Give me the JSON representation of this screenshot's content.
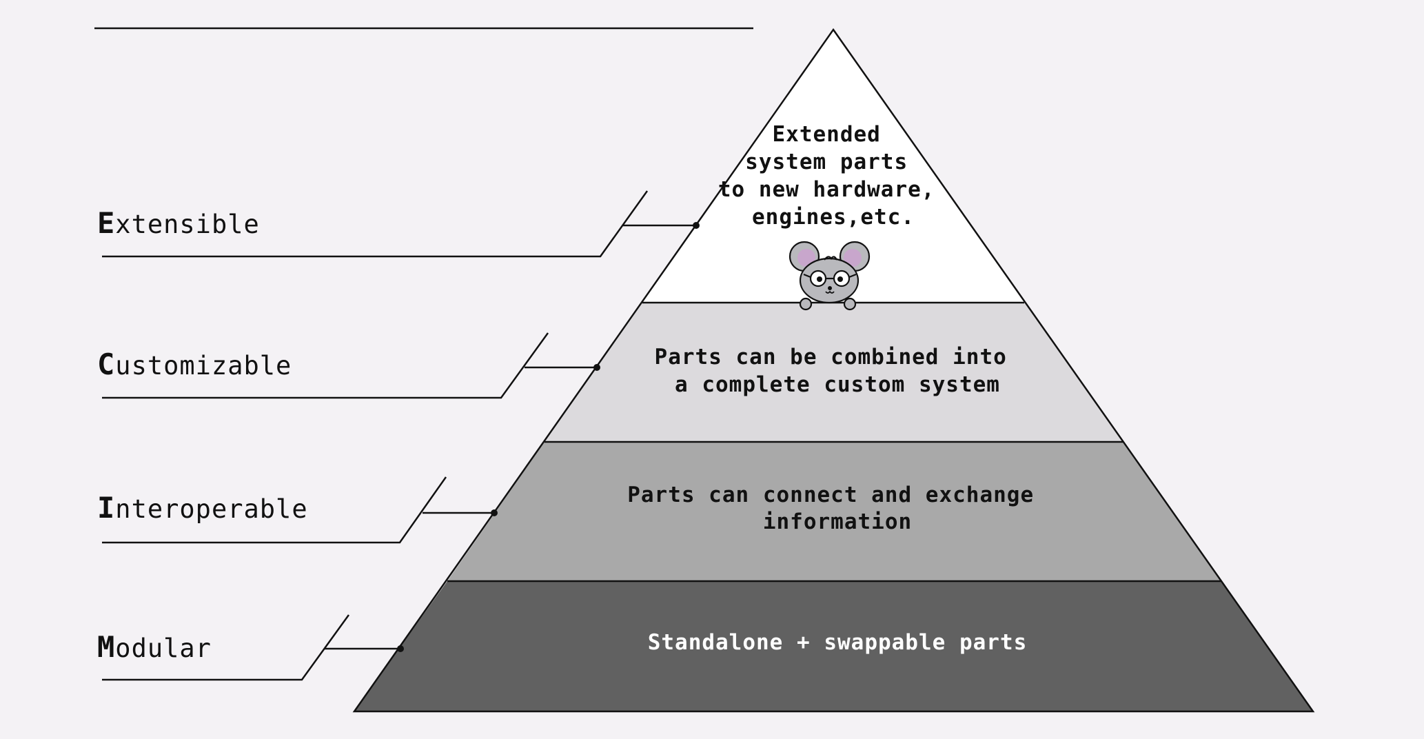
{
  "colors": {
    "background": "#f4f2f5",
    "stroke": "#111111",
    "tier_top": "#ffffff",
    "tier_2": "#dcdadd",
    "tier_3": "#a9a9a9",
    "tier_bottom": "#616161",
    "text_dark": "#111111",
    "text_light": "#ffffff",
    "mouse_body": "#b9b9bd",
    "mouse_ear_inner": "#c8a6cc"
  },
  "levels": [
    {
      "initial": "E",
      "rest": "xtensible",
      "description": [
        "Extended",
        "system parts",
        "to new hardware,",
        "engines,etc."
      ]
    },
    {
      "initial": "C",
      "rest": "ustomizable",
      "description": [
        "Parts can be combined into",
        "a complete custom system"
      ]
    },
    {
      "initial": "I",
      "rest": "nteroperable",
      "description": [
        "Parts can connect and exchange",
        "information"
      ]
    },
    {
      "initial": "M",
      "rest": "odular",
      "description": [
        "Standalone + swappable parts"
      ]
    }
  ],
  "mascot": {
    "icon": "mouse-mascot-icon"
  }
}
